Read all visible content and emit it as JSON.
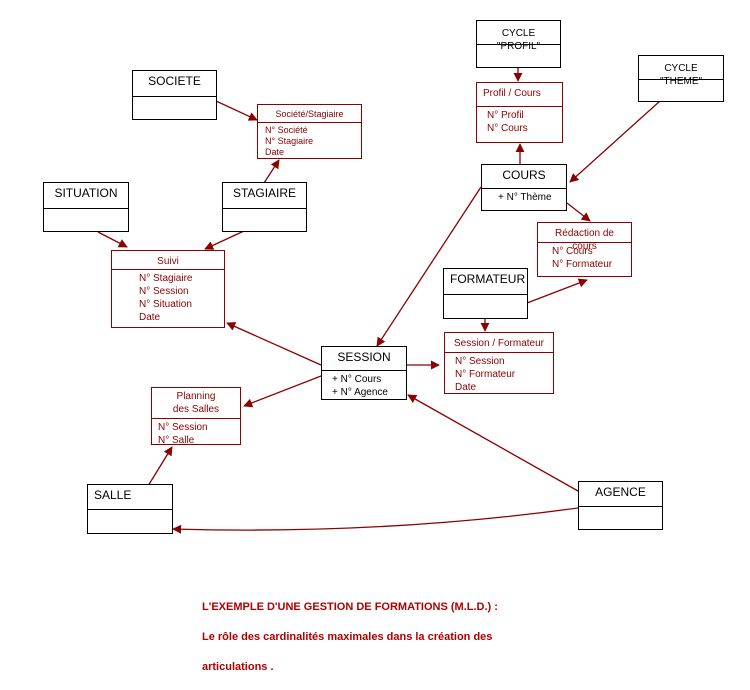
{
  "colors": {
    "arrow": "#8b0000",
    "entity_border": "#000000",
    "relation_border": "#8b0000",
    "caption": "#b00000"
  },
  "entities": {
    "societe": {
      "title": "SOCIETE"
    },
    "situation": {
      "title": "SITUATION"
    },
    "stagiaire": {
      "title": "STAGIAIRE"
    },
    "cours": {
      "title": "COURS",
      "attrs": [
        "+ N° Thème"
      ]
    },
    "formateur": {
      "title": "FORMATEUR"
    },
    "session": {
      "title": "SESSION",
      "attrs": [
        "+ N° Cours",
        "+ N° Agence"
      ]
    },
    "salle": {
      "title": "SALLE"
    },
    "agence": {
      "title": "AGENCE"
    },
    "cycle_profil": {
      "title": "CYCLE \"PROFIL\""
    },
    "cycle_theme": {
      "title": "CYCLE \"THEME\""
    }
  },
  "relations": {
    "societe_stagiaire": {
      "title": "Société/Stagiaire",
      "attrs": [
        "N° Société",
        "N° Stagiaire",
        "Date"
      ]
    },
    "suivi": {
      "title": "Suivi",
      "attrs": [
        "N° Stagiaire",
        "N° Session",
        "N° Situation",
        "Date"
      ]
    },
    "profil_cours": {
      "title": "Profil / Cours",
      "attrs": [
        "N° Profil",
        "N° Cours"
      ]
    },
    "redaction_cours": {
      "title": "Rédaction de cours",
      "attrs": [
        "N° Cours",
        "N° Formateur"
      ]
    },
    "session_formateur": {
      "title": "Session / Formateur",
      "attrs": [
        "N° Session",
        "N° Formateur",
        "Date"
      ]
    },
    "planning_salles": {
      "title": "Planning\ndes Salles",
      "attrs": [
        "N° Session",
        "N° Salle"
      ]
    }
  },
  "caption": {
    "line1": "L'EXEMPLE D'UNE GESTION DE FORMATIONS (M.L.D.) :",
    "line2": "Le rôle des cardinalités maximales dans la création des",
    "line3": "articulations ."
  }
}
